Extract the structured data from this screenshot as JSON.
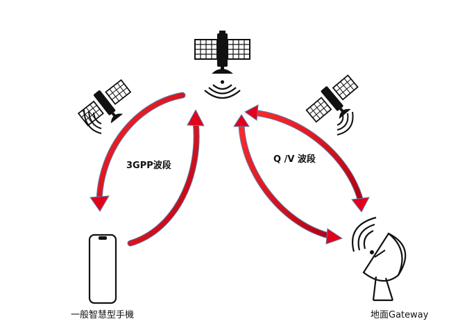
{
  "labels": {
    "band_left": "3GPP波段",
    "band_right": "Q /V 波段",
    "phone": "一般智慧型手機",
    "gateway": "地面Gateway"
  },
  "colors": {
    "arrow_red": "#e3001b",
    "arrow_edge": "#5a7fb0",
    "ink": "#111111"
  },
  "icons": {
    "center_satellite": "satellite-icon",
    "left_satellite": "satellite-icon",
    "right_satellite": "satellite-icon",
    "phone": "smartphone-icon",
    "gateway": "satellite-dish-icon"
  }
}
